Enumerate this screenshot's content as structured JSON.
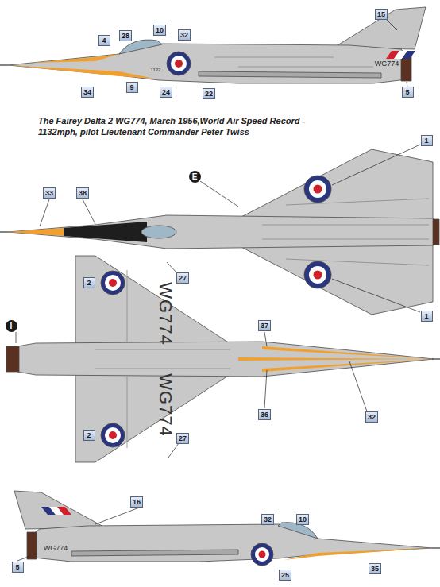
{
  "diagram": {
    "title": "The Fairey Delta 2 WG774, March 1956,World Air Speed Record - 1132mph, pilot Lieutenant Commander Peter Twiss",
    "labels": [
      "15",
      "4",
      "28",
      "10",
      "32",
      "9",
      "24",
      "22",
      "5",
      "34",
      "WG774",
      "1132",
      "1",
      "E",
      "33",
      "38",
      "1",
      "I",
      "2",
      "27",
      "WG774",
      "37",
      "36",
      "32",
      "WG774",
      "27",
      "2",
      "16",
      "32",
      "10",
      "WG774",
      "5",
      "25",
      "35"
    ]
  }
}
